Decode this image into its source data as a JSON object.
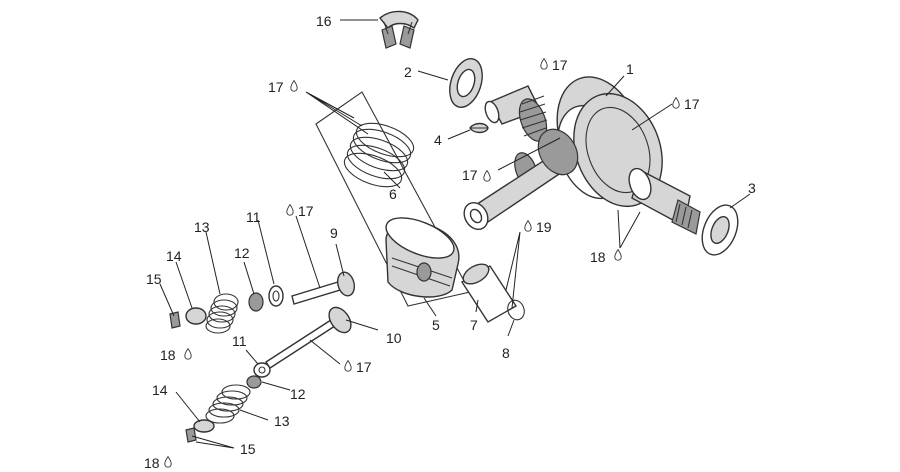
{
  "callouts": {
    "c1": "1",
    "c2": "2",
    "c3": "3",
    "c4": "4",
    "c5": "5",
    "c6": "6",
    "c7": "7",
    "c8": "8",
    "c9": "9",
    "c10": "10",
    "c11a": "11",
    "c11b": "11",
    "c12a": "12",
    "c12b": "12",
    "c13a": "13",
    "c13b": "13",
    "c14a": "14",
    "c14b": "14",
    "c15a": "15",
    "c15b": "15",
    "c16": "16",
    "c17a": "17",
    "c17b": "17",
    "c17c": "17",
    "c17d": "17",
    "c17e": "17",
    "c17f": "17",
    "c18a": "18",
    "c18b": "18",
    "c18c": "18",
    "c19": "19"
  },
  "icons": {
    "lubricant_drop": "drop-icon"
  }
}
